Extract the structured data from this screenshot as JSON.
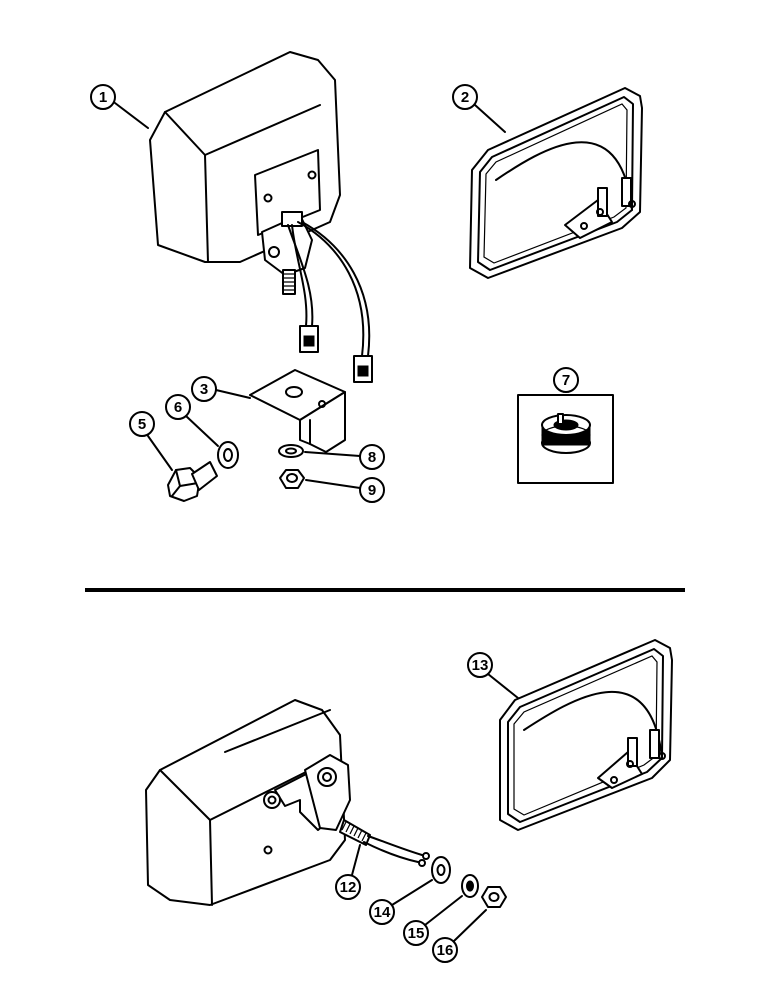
{
  "callouts": {
    "c1": "1",
    "c2": "2",
    "c3": "3",
    "c5": "5",
    "c6": "6",
    "c7": "7",
    "c8": "8",
    "c9": "9",
    "c12": "12",
    "c13": "13",
    "c14": "14",
    "c15": "15",
    "c16": "16"
  },
  "colors": {
    "ink": "#000000",
    "paper": "#ffffff"
  }
}
